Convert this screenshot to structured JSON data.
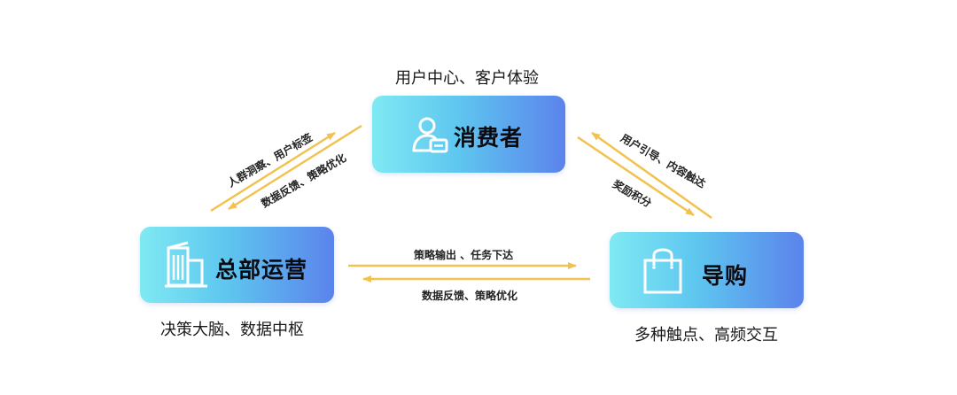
{
  "nodes": {
    "consumer": {
      "title": "消费者",
      "caption": "用户中心、客户体验"
    },
    "headquarters": {
      "title": "总部运营",
      "caption": "决策大脑、数据中枢"
    },
    "shopping_guide": {
      "title": "导购",
      "caption": "多种触点、高频交互"
    }
  },
  "edges": {
    "hq_consumer_up": "人群洞察、用户标签",
    "consumer_hq_down": "数据反馈、策略优化",
    "consumer_guide_1": "用户引导、内容触达",
    "consumer_guide_2": "奖励积分",
    "hq_guide_forward": "策略输出 、任务下达",
    "guide_hq_back": "数据反馈、策略优化"
  },
  "icons": {
    "consumer": "user-card-icon",
    "headquarters": "building-icon",
    "shopping_guide": "shopping-bag-icon"
  },
  "colors": {
    "arrow": "#f2c14e",
    "node_gradient_start": "#7fe9f3",
    "node_gradient_end": "#5b83ec"
  }
}
